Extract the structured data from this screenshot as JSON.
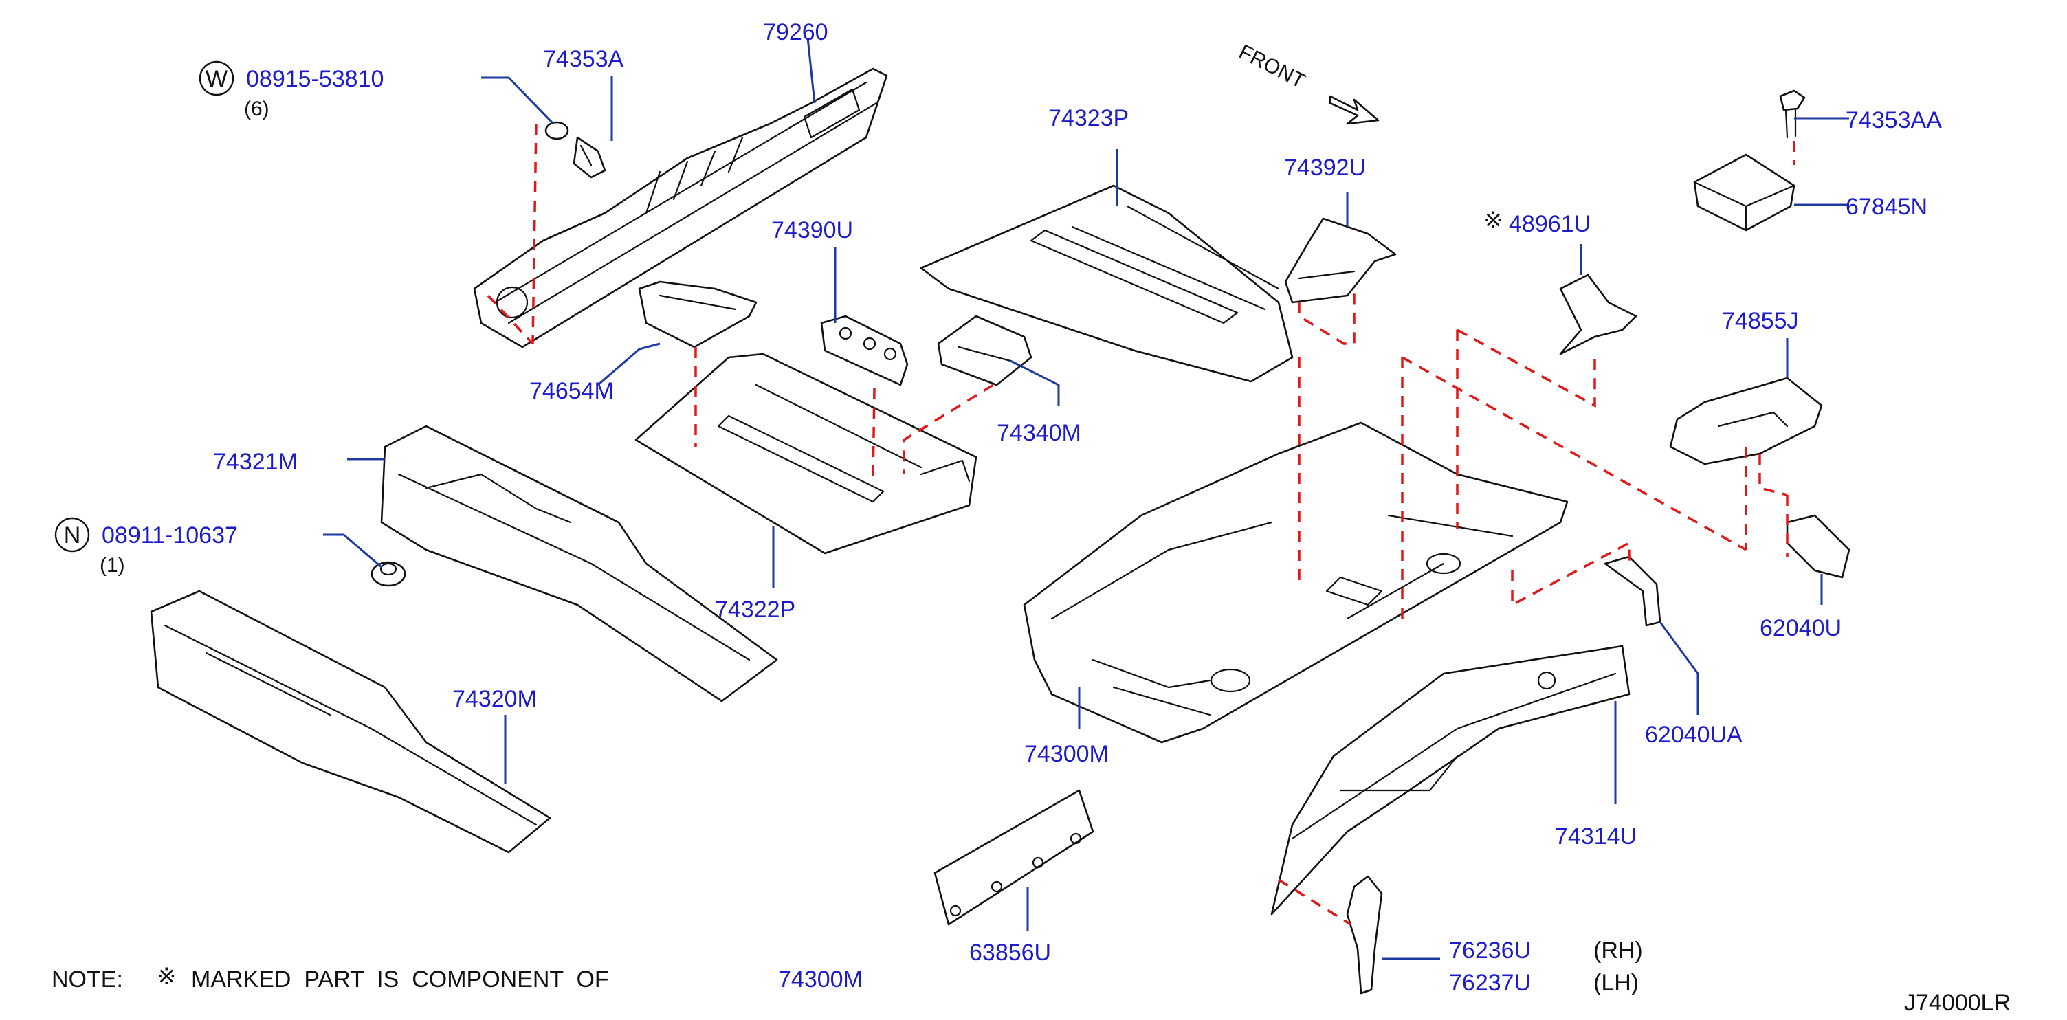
{
  "parts": {
    "p79260": "79260",
    "p74353A": "74353A",
    "p08915": "08915-53810",
    "p08915_qty": "(6)",
    "p08915_sym": "W",
    "p74654M": "74654M",
    "p74390U": "74390U",
    "p74323P": "74323P",
    "p74392U": "74392U",
    "p48961U": "48961U",
    "p74353AA": "74353AA",
    "p67845N": "67845N",
    "p74855J": "74855J",
    "p74340M": "74340M",
    "p74321M": "74321M",
    "p08911": "08911-10637",
    "p08911_qty": "(1)",
    "p08911_sym": "N",
    "p74322P": "74322P",
    "p74320M": "74320M",
    "p74300M": "74300M",
    "p62040U": "62040U",
    "p62040UA": "62040UA",
    "p74314U": "74314U",
    "p63856U": "63856U",
    "p76236U": "76236U",
    "p76237U": "76237U",
    "rh": "(RH)",
    "lh": "(LH)"
  },
  "front_label": "FRONT",
  "mark_symbol": "※",
  "note": {
    "prefix": "NOTE:",
    "symbol": "※",
    "text": "MARKED  PART  IS  COMPONENT  OF",
    "part": "74300M"
  },
  "drawing_code": "J74000LR",
  "colors": {
    "label": "#1c1ccc",
    "leader": "#1c3aa0",
    "dash": "#e01818",
    "outline": "#111111"
  }
}
